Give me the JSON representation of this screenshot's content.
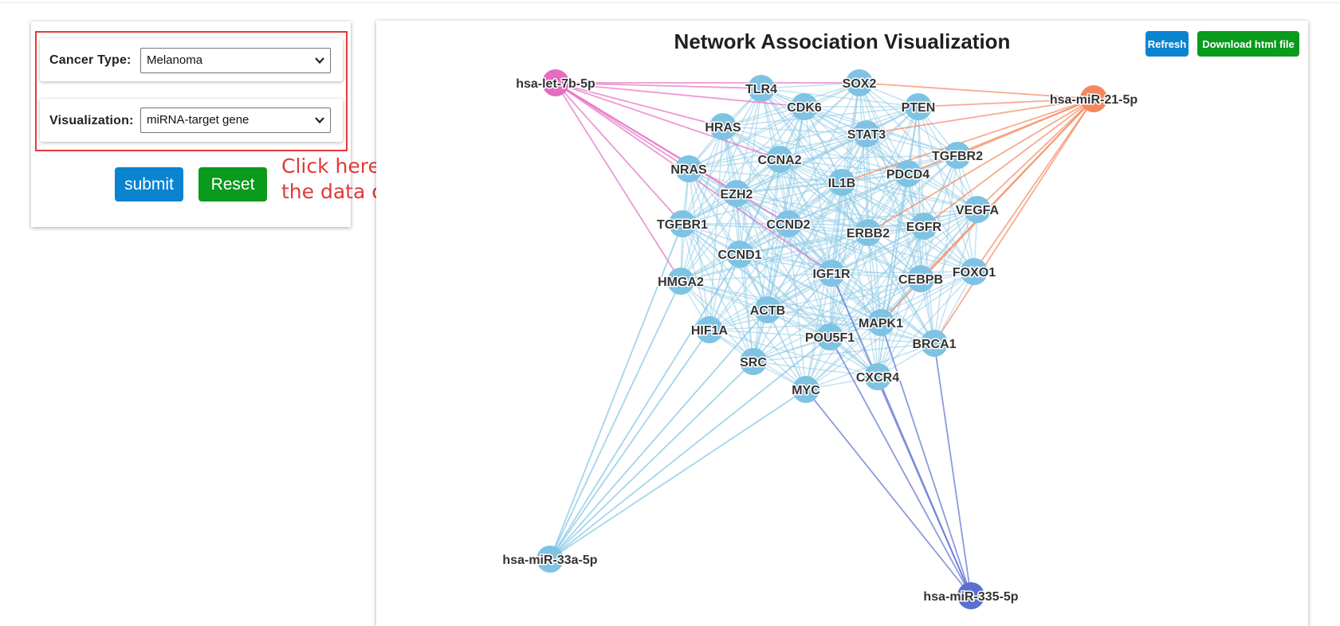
{
  "controls": {
    "cancer_type_label": "Cancer Type:",
    "cancer_type_value": "Melanoma",
    "visualization_label": "Visualization:",
    "visualization_value": "miRNA-target gene",
    "submit_label": "submit",
    "reset_label": "Reset"
  },
  "annotation": {
    "line1": "Click here to select",
    "line2": "the data of interest"
  },
  "visualization": {
    "title": "Network Association Visualization",
    "refresh_label": "Refresh",
    "download_label": "Download html file"
  },
  "colors": {
    "gene_node": "#7ec3e3",
    "gene_edge": "#8fcbe6",
    "mir_let7b": "#e46dc2",
    "mir_21": "#f3875e",
    "mir_33a": "#7ec3e3",
    "mir_335": "#5a6fcf",
    "highlight_red": "#e2383b",
    "submit_blue": "#0a84cf",
    "reset_green": "#0a9a1c"
  },
  "network": {
    "mirnas": [
      {
        "id": "hsa-let-7b-5p",
        "label": "hsa-let-7b-5p",
        "color": "#e46dc2"
      },
      {
        "id": "hsa-miR-21-5p",
        "label": "hsa-miR-21-5p",
        "color": "#f3875e"
      },
      {
        "id": "hsa-miR-33a-5p",
        "label": "hsa-miR-33a-5p",
        "color": "#7ec3e3"
      },
      {
        "id": "hsa-miR-335-5p",
        "label": "hsa-miR-335-5p",
        "color": "#5a6fcf"
      }
    ],
    "genes": [
      "SOX2",
      "TLR4",
      "CDK6",
      "PTEN",
      "HRAS",
      "STAT3",
      "TGFBR2",
      "CCNA2",
      "NRAS",
      "IL1B",
      "PDCD4",
      "EZH2",
      "VEGFA",
      "TGFBR1",
      "CCND2",
      "ERBB2",
      "EGFR",
      "CCND1",
      "IGF1R",
      "FOXO1",
      "CEBPB",
      "HMGA2",
      "ACTB",
      "MAPK1",
      "HIF1A",
      "POU5F1",
      "BRCA1",
      "SRC",
      "CXCR4",
      "MYC"
    ]
  }
}
